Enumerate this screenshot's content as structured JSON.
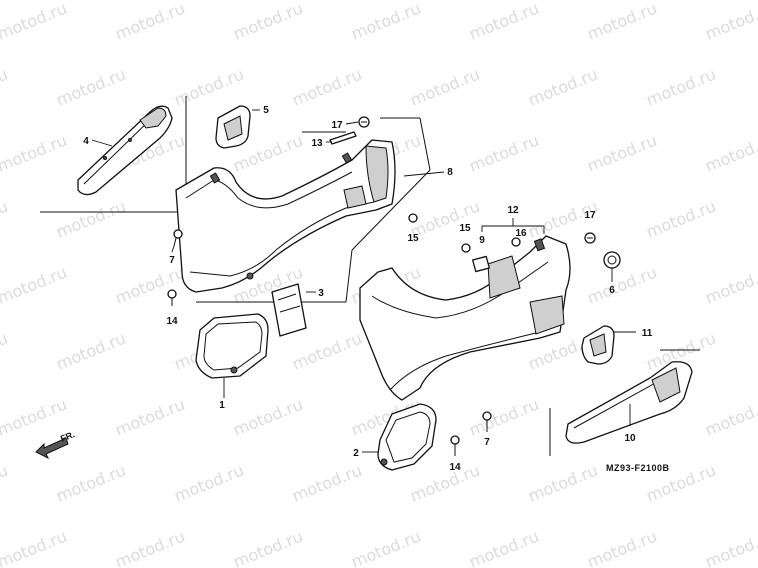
{
  "watermark": "motod.ru",
  "diagram_code": "MZ93-F2100B",
  "direction_label": "FR.",
  "callouts": {
    "c1": "1",
    "c2": "2",
    "c3": "3",
    "c4": "4",
    "c5": "5",
    "c6": "6",
    "c7a": "7",
    "c7b": "7",
    "c8": "8",
    "c9": "9",
    "c10": "10",
    "c11": "11",
    "c12": "12",
    "c13": "13",
    "c14a": "14",
    "c14b": "14",
    "c15a": "15",
    "c15b": "15",
    "c16": "16",
    "c17a": "17",
    "c17b": "17"
  },
  "colors": {
    "ink": "#111111",
    "shade": "#cfcfcf",
    "watermark": "#bfbfbf"
  }
}
